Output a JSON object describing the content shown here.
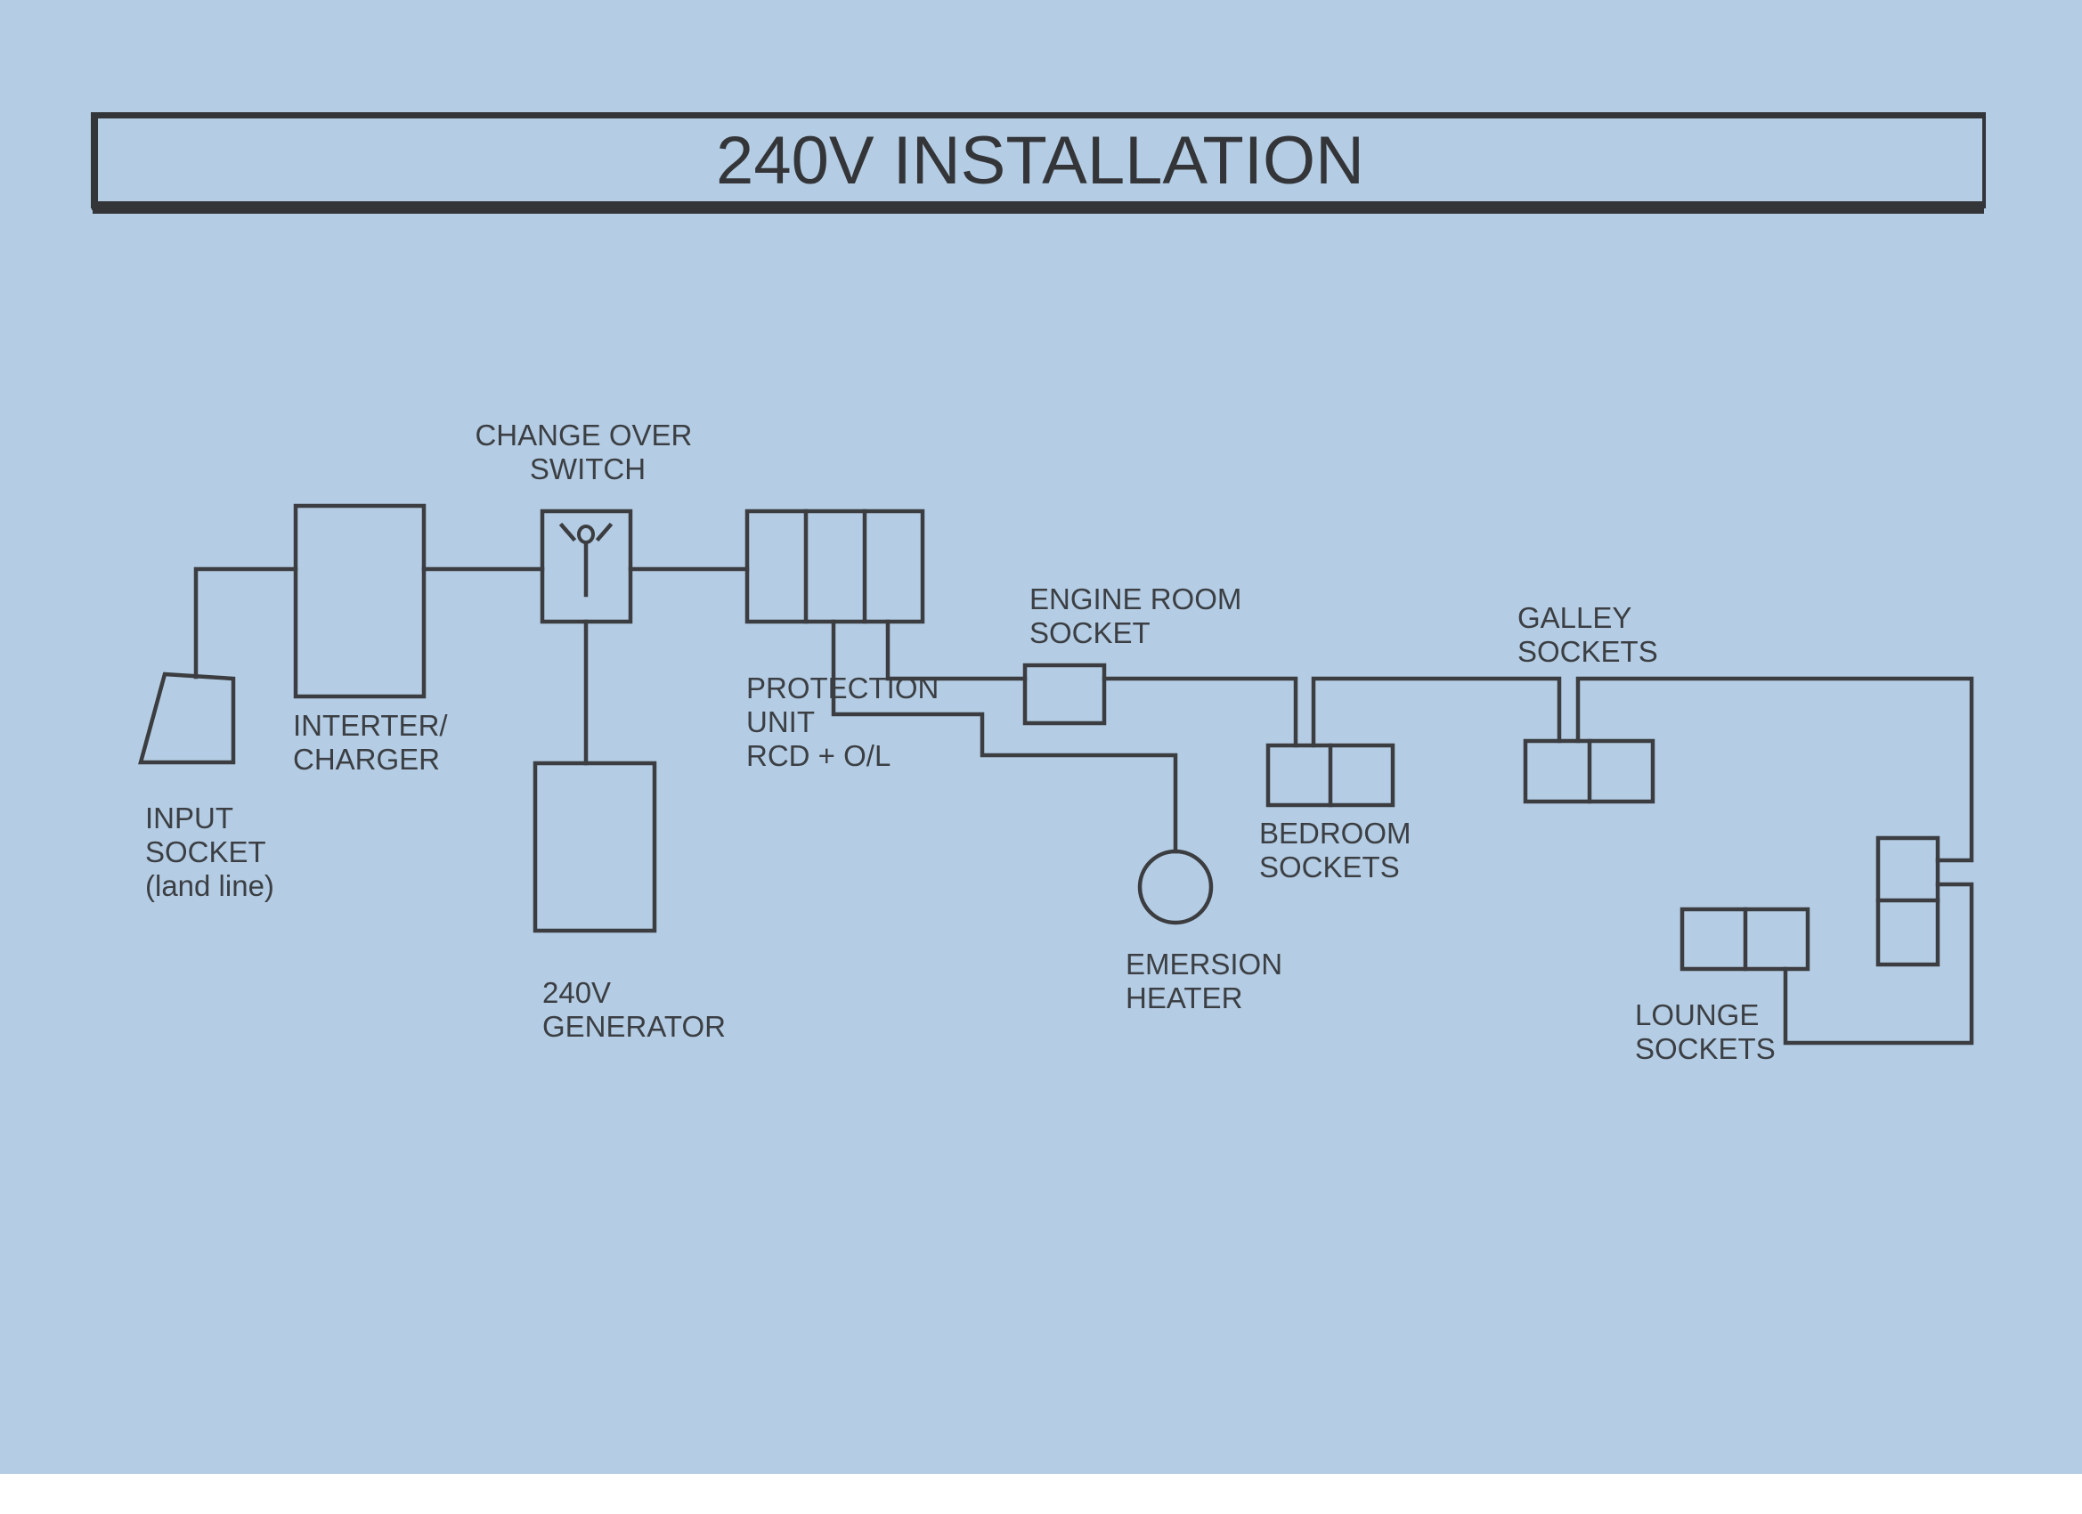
{
  "title": "240V INSTALLATION",
  "colors": {
    "paper": "#b5cde4",
    "ink": "#3b3d40",
    "title_ink": "#333538"
  },
  "labels": {
    "input_socket": [
      "INPUT",
      "SOCKET",
      "(land line)"
    ],
    "inverter_charger": [
      "INTERTER/",
      "CHARGER"
    ],
    "change_over_switch": [
      "CHANGE OVER",
      "SWITCH"
    ],
    "generator": [
      "240V",
      "GENERATOR"
    ],
    "protection_unit": [
      "PROTECTION",
      "UNIT",
      "RCD + O/L"
    ],
    "engine_room_socket": [
      "ENGINE ROOM",
      "SOCKET"
    ],
    "emersion_heater": [
      "EMERSION",
      "HEATER"
    ],
    "bedroom_sockets": [
      "BEDROOM",
      "SOCKETS"
    ],
    "galley_sockets": [
      "GALLEY",
      "SOCKETS"
    ],
    "lounge_sockets": [
      "LOUNGE",
      "SOCKETS"
    ]
  }
}
